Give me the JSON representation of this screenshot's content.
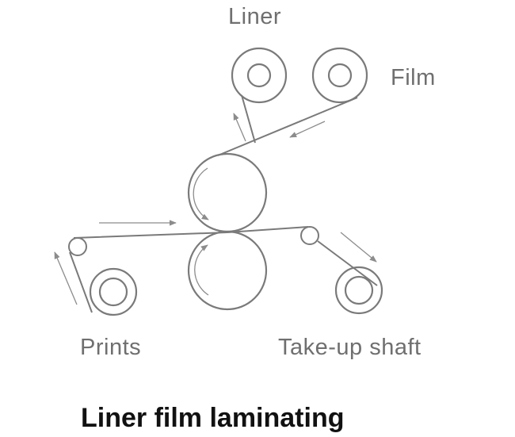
{
  "labels": {
    "liner": "Liner",
    "film": "Film",
    "prints": "Prints",
    "take_up": "Take-up shaft"
  },
  "title": "Liner film laminating",
  "colors": {
    "line": "#7a7a7a",
    "label_text": "#6f6f6f",
    "title_text": "#111111",
    "background": "#ffffff"
  }
}
